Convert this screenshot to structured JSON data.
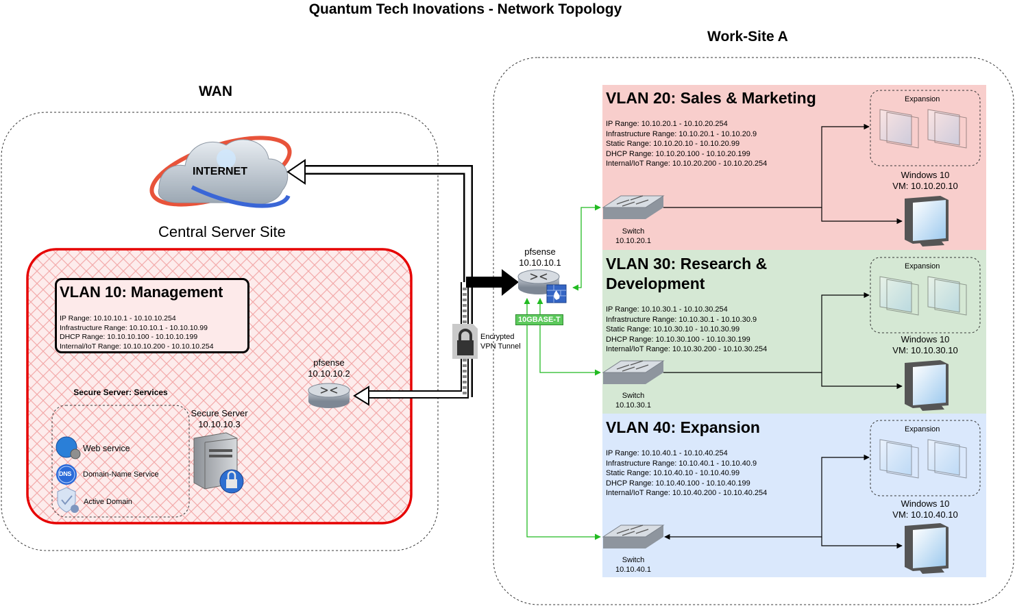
{
  "title": "Quantum Tech Inovations - Network Topology",
  "wan": {
    "label": "WAN",
    "internet_label": "INTERNET",
    "site_label": "Central Server Site",
    "vlan10": {
      "title": "VLAN 10: Management",
      "info": [
        "IP Range: 10.10.10.1 - 10.10.10.254",
        "Infrastructure Range: 10.10.10.1 - 10.10.10.99",
        "DHCP Range: 10.10.10.100 - 10.10.10.199",
        "Internal/IoT Range: 10.10.10.200 - 10.10.10.254"
      ]
    },
    "pfsense": {
      "name": "pfsense",
      "ip": "10.10.10.2"
    },
    "secure_server": {
      "name": "Secure Server",
      "ip": "10.10.10.3"
    },
    "services": {
      "title": "Secure Server: Services",
      "items": [
        "Web service",
        "Domain-Name Service",
        "Active Domain"
      ]
    },
    "vpn": {
      "line1": "Encrypted",
      "line2": "VPN Tunnel"
    }
  },
  "worksite": {
    "label": "Work-Site A",
    "pfsense": {
      "name": "pfsense",
      "ip": "10.10.10.1"
    },
    "link_badge": "10GBASE-T",
    "vlans": [
      {
        "title": "VLAN 20: Sales & Marketing",
        "info": [
          "IP Range: 10.10.20.1 - 10.10.20.254",
          "Infrastructure Range: 10.10.20.1 - 10.10.20.9",
          "Static Range: 10.10.20.10 - 10.10.20.99",
          "DHCP Range: 10.10.20.100 - 10.10.20.199",
          "Internal/IoT Range: 10.10.20.200 - 10.10.20.254"
        ],
        "switch_name": "Switch",
        "switch_ip": "10.10.20.1",
        "expansion": "Expansion",
        "vm_name": "Windows 10",
        "vm_ip": "VM: 10.10.20.10",
        "color": "#f8cecc"
      },
      {
        "title": "VLAN 30: Research & Development",
        "info": [
          "IP Range: 10.10.30.1 - 10.10.30.254",
          "Infrastructure Range: 10.10.30.1 - 10.10.30.9",
          "Static Range: 10.10.30.10 - 10.10.30.99",
          "DHCP Range: 10.10.30.100 - 10.10.30.199",
          "Internal/IoT Range: 10.10.30.200 - 10.10.30.254"
        ],
        "switch_name": "Switch",
        "switch_ip": "10.10.30.1",
        "expansion": "Expansion",
        "vm_name": "Windows 10",
        "vm_ip": "VM: 10.10.30.10",
        "color": "#d5e8d4"
      },
      {
        "title": "VLAN 40: Expansion",
        "info": [
          "IP Range: 10.10.40.1 - 10.10.40.254",
          "Infrastructure Range: 10.10.40.1 - 10.10.40.9",
          "Static Range: 10.10.40.10 - 10.10.40.99",
          "DHCP Range: 10.10.40.100 - 10.10.40.199",
          "Internal/IoT Range: 10.10.40.200 - 10.10.40.254"
        ],
        "switch_name": "Switch",
        "switch_ip": "10.10.40.1",
        "expansion": "Expansion",
        "vm_name": "Windows 10",
        "vm_ip": "VM: 10.10.40.10",
        "color": "#dae8fc"
      }
    ]
  },
  "colors": {
    "link_green": "#22bb22",
    "mgmt_border": "#e60000",
    "hatch": "#f4a6a6"
  }
}
